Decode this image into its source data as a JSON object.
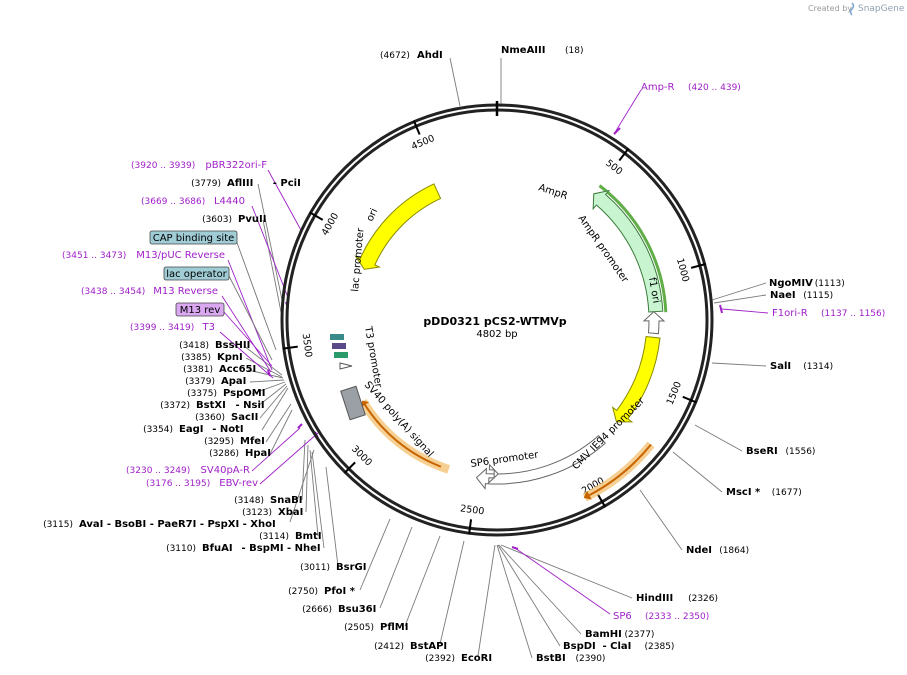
{
  "credit": {
    "created_by": "Created by",
    "brand": "SnapGene"
  },
  "plasmid": {
    "name": "pDD0321 pCS2-WTMVp",
    "size_label": "4802 bp",
    "length": 4802
  },
  "colors": {
    "primer": "#a020c8",
    "ori": "#ffff00",
    "ampr": "#c8f5d0",
    "ampr_glow": "#3a9a1a",
    "polyA": "#f5c880",
    "polyA_dark": "#c86400",
    "grey": "#9aa0a6",
    "label_box_blue": "#a0ccd6",
    "label_box_purple": "#d9a8f0"
  },
  "scale_ticks": [
    {
      "pos": 500,
      "label": "500"
    },
    {
      "pos": 1000,
      "label": "1000"
    },
    {
      "pos": 1500,
      "label": "1500"
    },
    {
      "pos": 2000,
      "label": "2000"
    },
    {
      "pos": 2500,
      "label": "2500"
    },
    {
      "pos": 3000,
      "label": "3000"
    },
    {
      "pos": 3500,
      "label": "3500"
    },
    {
      "pos": 4000,
      "label": "4000"
    },
    {
      "pos": 4500,
      "label": "4500"
    }
  ],
  "features": [
    {
      "name": "AmpR",
      "label": "AmpR",
      "start": 500,
      "end": 1160,
      "dir": -1,
      "type": "ampr"
    },
    {
      "name": "AmpR promoter",
      "label": "AmpR promoter",
      "start": 1160,
      "end": 1265,
      "dir": -1,
      "type": "promoter"
    },
    {
      "name": "f1 ori",
      "label": "f1 ori",
      "start": 1285,
      "end": 1740,
      "dir": 1,
      "type": "ori"
    },
    {
      "name": "CMV IE94 promoter",
      "label": "CMV IE94 promoter",
      "start": 1850,
      "end": 2500,
      "dir": -1,
      "type": "promoter"
    },
    {
      "name": "SP6 promoter",
      "label": "SP6 promoter",
      "start": 2395,
      "end": 2415,
      "dir": -1,
      "type": "promoter"
    },
    {
      "name": "SV40 poly(A) signal",
      "label": "SV40 poly(A) signal",
      "start": 2640,
      "end": 3185,
      "dir": 1,
      "type": "polyA"
    },
    {
      "name": "ori",
      "label": "ori",
      "start": 3880,
      "end": 4470,
      "dir": -1,
      "type": "ori"
    }
  ],
  "inner_labels": {
    "lac_promoter": "lac promoter",
    "t3_promoter": "T3 promoter",
    "sv40_polyA": "SV40 poly(A) signal"
  },
  "enzymes_right": [
    {
      "name": "NgoMIV",
      "pos": "(1113)"
    },
    {
      "name": "NaeI",
      "pos": "(1115)"
    },
    {
      "name": "SalI",
      "pos": "(1314)"
    },
    {
      "name": "BseRI",
      "pos": "(1556)"
    },
    {
      "name": "MscI *",
      "pos": "(1677)"
    },
    {
      "name": "NdeI",
      "pos": "(1864)"
    },
    {
      "name": "HindIII",
      "pos": "(2326)"
    },
    {
      "name": "BamHI",
      "pos": "(2377)"
    },
    {
      "name": "BspDI",
      "pos": "- ClaI",
      "pos2": "(2385)"
    },
    {
      "name": "BstBI",
      "pos": "(2390)"
    }
  ],
  "enzymes_top": [
    {
      "name": "AhdI",
      "pos": "(4672)"
    },
    {
      "name": "NmeAIII",
      "pos": "(18)"
    }
  ],
  "enzymes_left": [
    {
      "name": "AflIII",
      "pos": "(3779)",
      "extra": "- PciI"
    },
    {
      "name": "PvuII",
      "pos": "(3603)"
    },
    {
      "name": "BssHII",
      "pos": "(3418)"
    },
    {
      "name": "KpnI",
      "pos": "(3385)"
    },
    {
      "name": "Acc65I",
      "pos": "(3381)"
    },
    {
      "name": "ApaI",
      "pos": "(3379)"
    },
    {
      "name": "PspOMI",
      "pos": "(3375)"
    },
    {
      "name": "BstXI",
      "pos": "(3372)",
      "extra": "- NsiI"
    },
    {
      "name": "SacII",
      "pos": "(3360)"
    },
    {
      "name": "EagI",
      "pos": "(3354)",
      "extra": "- NotI"
    },
    {
      "name": "MfeI",
      "pos": "(3295)"
    },
    {
      "name": "HpaI",
      "pos": "(3286)"
    },
    {
      "name": "SnaBI",
      "pos": "(3148)"
    },
    {
      "name": "XbaI",
      "pos": "(3123)"
    },
    {
      "name": "BmtI",
      "pos": "(3114)"
    },
    {
      "name": "BfuAI",
      "pos": "(3110)",
      "extra": "- BspMI - NheI"
    },
    {
      "name": "BsrGI",
      "pos": "(3011)"
    }
  ],
  "enzymes_bottom": [
    {
      "name": "PfoI *",
      "pos": "(2750)"
    },
    {
      "name": "Bsu36I",
      "pos": "(2666)"
    },
    {
      "name": "PflMI",
      "pos": "(2505)"
    },
    {
      "name": "BstAPI",
      "pos": "(2412)"
    },
    {
      "name": "EcoRI",
      "pos": "(2392)"
    }
  ],
  "ava_line": {
    "pos": "(3115)",
    "text": "AvaI - BsoBI - PaeR7I - PspXI - XhoI"
  },
  "primers": [
    {
      "name": "Amp-R",
      "pos": "(420 .. 439)"
    },
    {
      "name": "F1ori-R",
      "pos": "(1137 .. 1156)"
    },
    {
      "name": "SP6",
      "pos": "(2333 .. 2350)"
    },
    {
      "name": "pBR322ori-F",
      "pos": "(3920 .. 3939)"
    },
    {
      "name": "L4440",
      "pos": "(3669 .. 3686)"
    },
    {
      "name": "M13/pUC Reverse",
      "pos": "(3451 .. 3473)"
    },
    {
      "name": "M13 Reverse",
      "pos": "(3438 .. 3454)"
    },
    {
      "name": "T3",
      "pos": "(3399 .. 3419)"
    },
    {
      "name": "SV40pA-R",
      "pos": "(3230 .. 3249)"
    },
    {
      "name": "EBV-rev",
      "pos": "(3176 .. 3195)"
    }
  ],
  "boxed_labels": {
    "cap": "CAP binding site",
    "lac_op": "lac operator",
    "m13rev": "M13 rev"
  }
}
